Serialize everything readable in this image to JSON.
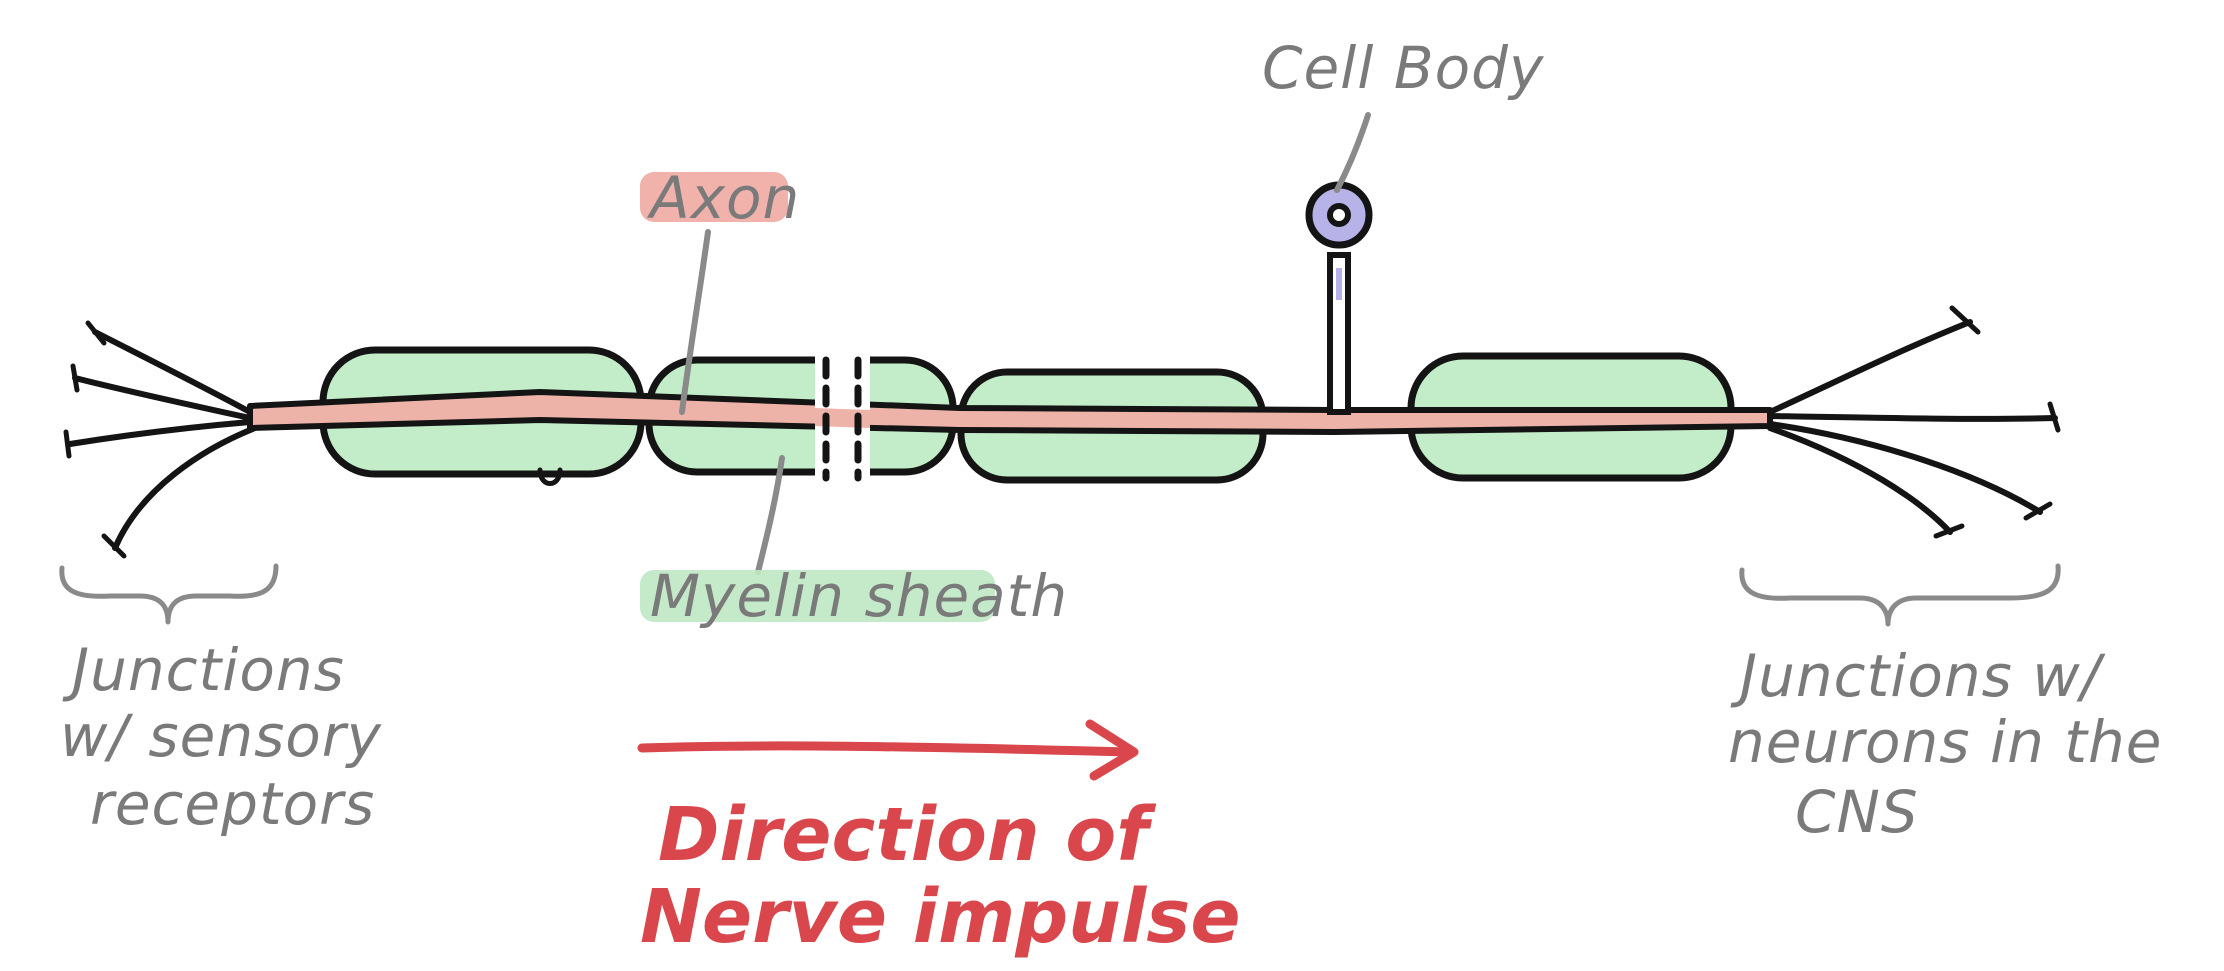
{
  "labels": {
    "cell_body": "Cell Body",
    "axon": "Axon",
    "myelin_sheath": "Myelin sheath",
    "left_junctions": [
      "Junctions",
      "w/ sensory",
      "receptors"
    ],
    "right_junctions": [
      "Junctions w/",
      "neurons in the",
      "CNS"
    ],
    "direction": [
      "Direction of",
      "Nerve impulse"
    ]
  },
  "colors": {
    "myelin": "#c3edc9",
    "axon": "#eeb3a8",
    "cell_body": "#b7b3e8",
    "arrow": "#d9474c",
    "label_gray": "#7a7a7a",
    "axon_highlight": "#f0aaa2",
    "myelin_highlight": "#bfe8c4"
  }
}
